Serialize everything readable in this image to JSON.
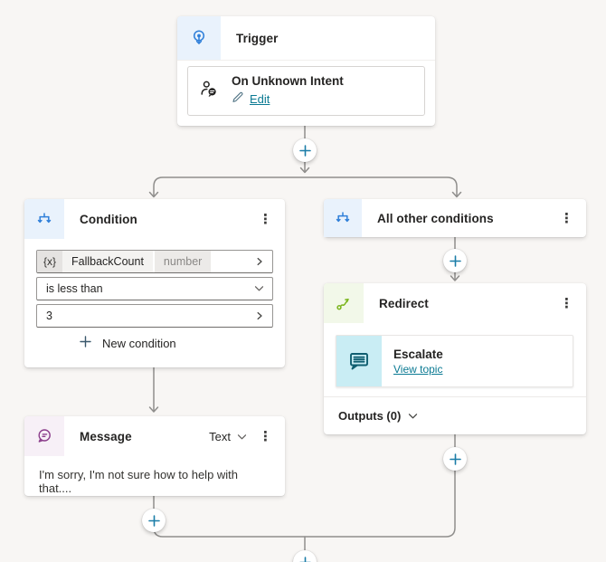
{
  "icons": {
    "more": "⋮"
  },
  "trigger": {
    "title": "Trigger",
    "item": {
      "title": "On Unknown Intent",
      "edit_label": "Edit"
    }
  },
  "condition": {
    "title": "Condition",
    "variable": {
      "prefix": "{x}",
      "name": "FallbackCount",
      "type": "number"
    },
    "operator": "is less than",
    "value": "3",
    "new_condition_label": "New condition"
  },
  "all_other_conditions": {
    "title": "All other conditions"
  },
  "redirect": {
    "title": "Redirect",
    "topic": {
      "title": "Escalate",
      "link_label": "View topic"
    },
    "outputs_label": "Outputs (0)"
  },
  "message": {
    "title": "Message",
    "mode": "Text",
    "body": "I'm sorry, I'm not sure how to help with that...."
  },
  "colors": {
    "canvas_bg": "#f8f6f4",
    "connector": "#8f8e8c",
    "plus_accent": "#1b7da8",
    "blue_icon": "#2f7fd9",
    "blue_icon_bg": "#e9f2fc",
    "redirect_green": "#7ab51d",
    "redirect_green_bg": "#f2f8e9",
    "message_purple": "#8b3d8b",
    "message_purple_bg": "#f7f0f7",
    "escalate_teal": "#0f5e70",
    "escalate_cyan_bg": "#c9edf4",
    "link_teal": "#0b7a93"
  }
}
